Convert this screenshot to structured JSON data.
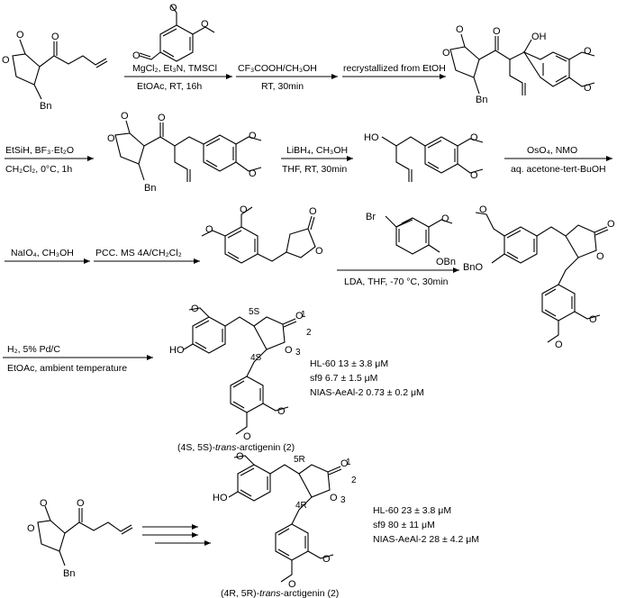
{
  "steps": {
    "s1": {
      "reagents": "MgCl₂, Et₃N, TMSCl",
      "conditions": "EtOAc, RT, 16h"
    },
    "s2": {
      "reagents": "CF₃COOH/CH₃OH",
      "conditions": "RT, 30min"
    },
    "s3": {
      "reagents": "recrystallized from EtOH"
    },
    "s4": {
      "reagents": "EtSiH, BF₃·Et₂O",
      "conditions": "CH₂Cl₂, 0°C, 1h"
    },
    "s5": {
      "reagents": "LiBH₄, CH₃OH",
      "conditions": "THF, RT, 30min"
    },
    "s6": {
      "reagents": "OsO₄, NMO",
      "conditions": "aq. acetone-tert-BuOH"
    },
    "s7": {
      "reagents": "NaIO₄, CH₃OH"
    },
    "s8": {
      "reagents": "PCC. MS 4A/CH₂Cl₂"
    },
    "s9": {
      "conditions": "LDA, THF, -70 °C, 30min"
    },
    "s10": {
      "reagents": "H₂, 5% Pd/C",
      "conditions": "EtOAc, ambient temperature"
    }
  },
  "atoms": {
    "O": "O",
    "OH": "OH",
    "HO": "HO",
    "Bn": "Bn",
    "Br": "Br",
    "OBn": "OBn",
    "BnO": "BnO"
  },
  "product_s": {
    "name_prefix": "(4S, 5S)-",
    "name_italic": "trans",
    "name_suffix": "-arctigenin (2)",
    "labels": {
      "c5": "5S",
      "c4": "4S",
      "n1": "1",
      "n2": "2",
      "n3": "3"
    },
    "activity": [
      "HL-60 13 ± 3.8 μM",
      "sf9 6.7 ± 1.5 μM",
      "NIAS-AeAl-2 0.73 ± 0.2 μM"
    ]
  },
  "product_r": {
    "name_prefix": "(4R, 5R)-",
    "name_italic": "trans",
    "name_suffix": "-arctigenin (2)",
    "labels": {
      "c5": "5R",
      "c4": "4R",
      "n1": "1",
      "n2": "2",
      "n3": "3"
    },
    "activity": [
      "HL-60 23 ± 3.8 μM",
      "sf9 80 ± 11 μM",
      "NIAS-AeAl-2 28 ± 4.2 μM"
    ]
  }
}
